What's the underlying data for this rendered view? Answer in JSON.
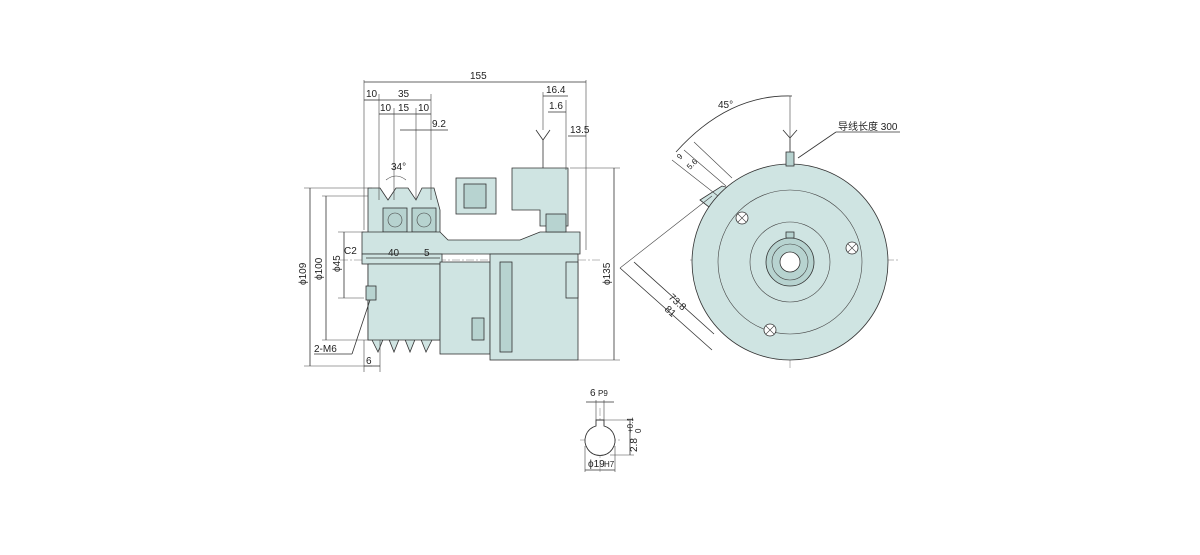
{
  "side_view": {
    "dims": {
      "overall": "155",
      "d10a": "10",
      "d35": "35",
      "d10b": "10",
      "d15": "15",
      "d10c": "10",
      "d9_2": "9.2",
      "d16_4": "16.4",
      "d1_6": "1.6",
      "d13_5": "13.5",
      "angle34": "34°",
      "c2": "C2",
      "d40": "40",
      "d5": "5",
      "phi109": "ϕ109",
      "phi100": "ϕ100",
      "phi45": "ϕ45",
      "phi135": "ϕ135",
      "m6": "2-M6",
      "d6": "6"
    }
  },
  "front_view": {
    "dims": {
      "angle45": "45°",
      "d9": "9",
      "d5_6": "5.6",
      "d73_8": "73.8",
      "d81": "81",
      "wire_label": "导线长度 300"
    }
  },
  "keyway": {
    "dims": {
      "width": "6",
      "width_tol": "P9",
      "depth": "2.8",
      "depth_tol_up": "+0.1",
      "depth_tol_dn": "0",
      "bore": "ϕ19",
      "bore_tol": "H7"
    }
  },
  "colors": {
    "part_fill": "#cfe4e2",
    "part_dark": "#b7d3d0",
    "line": "#333333"
  }
}
